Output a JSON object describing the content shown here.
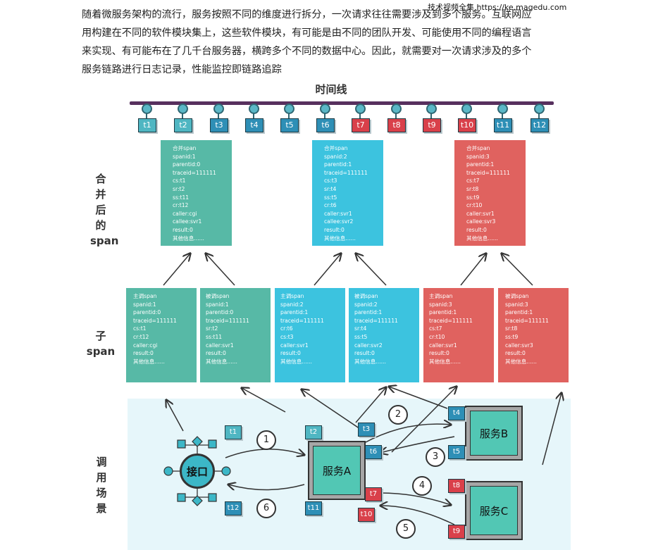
{
  "watermark": "技术视频全集 https://ke.magedu.com",
  "intro": {
    "lines": [
      "随着微服务架构的流行，服务按照不同的维度进行拆分，一次请求往往需要涉及到多个服务。互联网应",
      "用构建在不同的软件模块集上，这些软件模块，有可能是由不同的团队开发、可能使用不同的编程语言",
      "来实现、有可能布在了几千台服务器，横跨多个不同的数据中心。因此，就需要对一次请求涉及的多个",
      "服务链路进行日志记录，性能监控即链路追踪"
    ]
  },
  "timeline": {
    "title": "时间线",
    "ticks": [
      {
        "label": "t1",
        "color": "#4fb6c2"
      },
      {
        "label": "t2",
        "color": "#4fb6c2"
      },
      {
        "label": "t3",
        "color": "#2e8fb6"
      },
      {
        "label": "t4",
        "color": "#2e8fb6"
      },
      {
        "label": "t5",
        "color": "#2e8fb6"
      },
      {
        "label": "t6",
        "color": "#2e8fb6"
      },
      {
        "label": "t7",
        "color": "#d9404a"
      },
      {
        "label": "t8",
        "color": "#d9404a"
      },
      {
        "label": "t9",
        "color": "#d9404a"
      },
      {
        "label": "t10",
        "color": "#d9404a"
      },
      {
        "label": "t11",
        "color": "#2e8fb6"
      },
      {
        "label": "t12",
        "color": "#2e8fb6"
      }
    ]
  },
  "row_labels": {
    "merged": [
      "合",
      "并",
      "后",
      "的",
      "span"
    ],
    "child": [
      "子",
      "span"
    ],
    "scene": [
      "调",
      "用",
      "场",
      "景"
    ]
  },
  "merged_spans": [
    {
      "color": "#57b9a6",
      "lines": [
        "合并span",
        "spanid:1",
        "parentid:0",
        "traceid=111111",
        "cs:t1",
        "sr:t2",
        "ss:t11",
        "cr:t12",
        "caller:cgi",
        "callee:svr1",
        "result:0",
        "其他信息......"
      ]
    },
    {
      "color": "#3cc3df",
      "lines": [
        "合并span",
        "spanid:2",
        "parentid:1",
        "traceid=111111",
        "cs:t3",
        "sr:t4",
        "ss:t5",
        "cr:t6",
        "caller:svr1",
        "callee:svr2",
        "result:0",
        "其他信息......"
      ]
    },
    {
      "color": "#e0625f",
      "lines": [
        "合并span",
        "spanid:3",
        "parentid:1",
        "traceid=111111",
        "cs:t7",
        "sr:t8",
        "ss:t9",
        "cr:t10",
        "caller:svr1",
        "callee:svr3",
        "result:0",
        "其他信息......"
      ]
    }
  ],
  "child_spans": [
    {
      "color": "#57b9a6",
      "lines": [
        "主调span",
        "spanid:1",
        "parentid:0",
        "traceid=111111",
        "cs:t1",
        "cr:t12",
        "caller:cgi",
        "result:0",
        "其他信息......"
      ]
    },
    {
      "color": "#57b9a6",
      "lines": [
        "被调span",
        "spanid:1",
        "parentid:0",
        "traceid=111111",
        " sr:t2",
        "ss:t11",
        "caller:svr1",
        "result:0",
        "其他信息......"
      ]
    },
    {
      "color": "#3cc3df",
      "lines": [
        "主调span",
        "spanid:2",
        "parentid:1",
        "traceid=111111",
        "cr:t6",
        "cs:t3",
        "caller:svr1",
        "result:0",
        "其他信息......"
      ]
    },
    {
      "color": "#3cc3df",
      "lines": [
        "被调span",
        "spanid:2",
        "parentid:1",
        "traceid=111111",
        "sr:t4",
        "ss:t5",
        "caller:svr2",
        "result:0",
        "其他信息......"
      ]
    },
    {
      "color": "#e0625f",
      "lines": [
        "主调span",
        "spanid:3",
        "parentid:1",
        "traceid=111111",
        "cs:t7",
        "cr:t10",
        "caller:svr1",
        "result:0",
        "其他信息......"
      ]
    },
    {
      "color": "#e0625f",
      "lines": [
        "被调span",
        "spanid:3",
        "parentid:1",
        "traceid=111111",
        "sr:t8",
        "ss:t9",
        "caller:svr3",
        "result:0",
        "其他信息......"
      ]
    }
  ],
  "scene": {
    "interface_label": "接口",
    "service_a": "服务A",
    "service_b": "服务B",
    "service_c": "服务C",
    "steps": [
      "1",
      "2",
      "3",
      "4",
      "5",
      "6"
    ],
    "tags": [
      "t1",
      "t2",
      "t3",
      "t4",
      "t5",
      "t6",
      "t7",
      "t8",
      "t9",
      "t10",
      "t11",
      "t12"
    ]
  }
}
